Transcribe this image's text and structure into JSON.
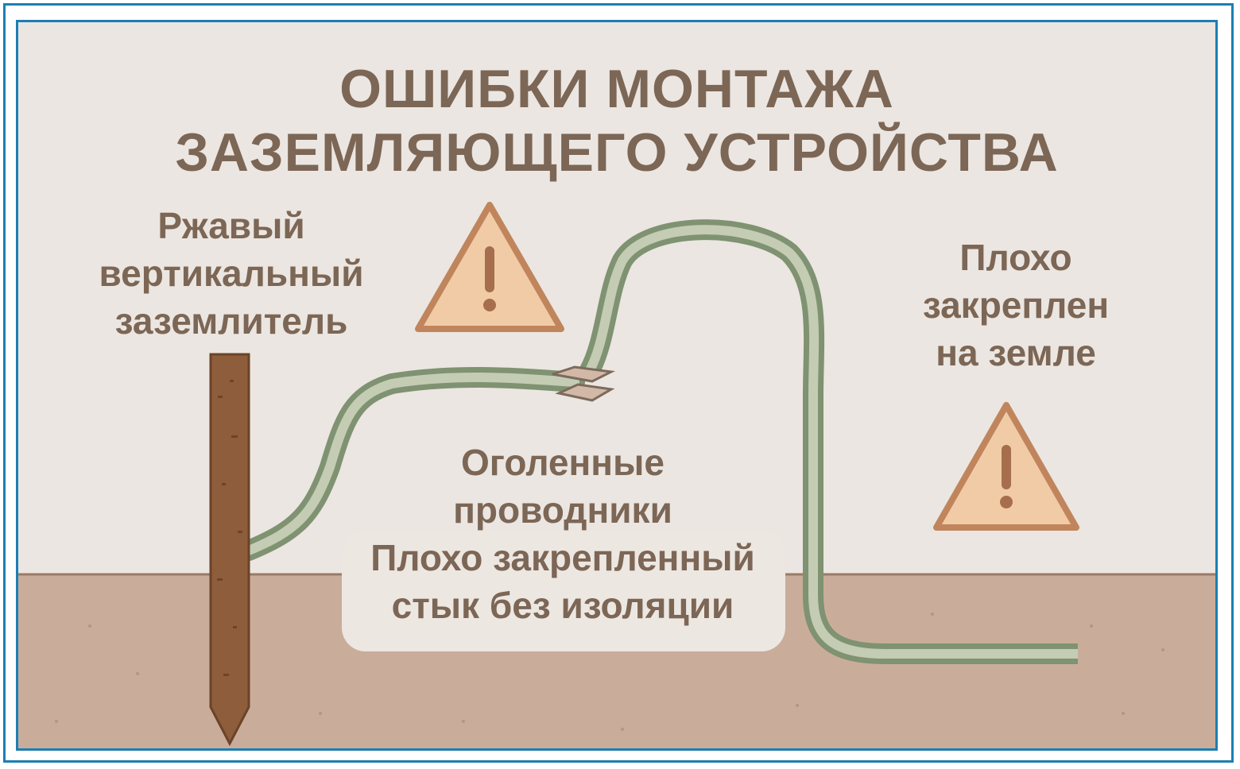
{
  "title": {
    "line1": "ОШИБКИ МОНТАЖА",
    "line2": "ЗАЗЕМЛЯЮЩЕГО УСТРОЙСТВА"
  },
  "labels": {
    "rusty_electrode": [
      "Ржавый",
      "вертикальный",
      "заземлитель"
    ],
    "poorly_fixed_ground": [
      "Плохо",
      "закреплен",
      "на земле"
    ],
    "bare_conductors": [
      "Оголенные",
      "проводники"
    ],
    "loose_joint": [
      "Плохо закрепленный",
      "стык без изоляции"
    ]
  },
  "icons": [
    "warning-icon",
    "warning-icon"
  ],
  "colors": {
    "frame": "#1b7fb3",
    "background": "#ebe6e1",
    "soil": "#c9ad9a",
    "text": "#7c6655",
    "electrode": "#8e5d3c",
    "cable": "#8ea080",
    "warning_fill": "#f0cba6",
    "warning_stroke": "#c0855c"
  }
}
